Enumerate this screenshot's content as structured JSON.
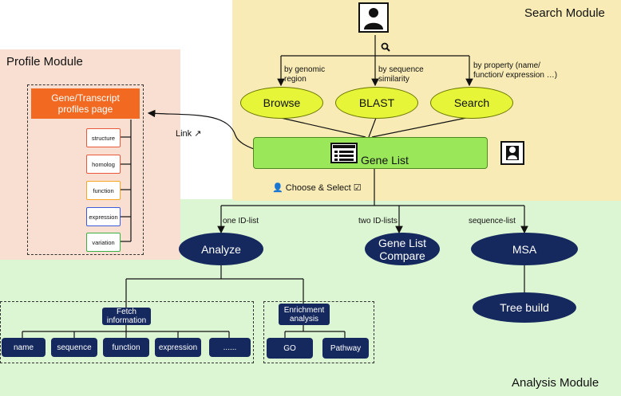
{
  "modules": {
    "search": "Search Module",
    "profile": "Profile Module",
    "analysis": "Analysis Module"
  },
  "search": {
    "icon": "search-icon",
    "paths": {
      "genomic": "by genomic region",
      "genomic_l1": "by genomic",
      "genomic_l2": "region",
      "sequence_l1": "by sequence",
      "sequence_l2": "similarity",
      "property_l1": "by property (name/",
      "property_l2": "function/ expression …)"
    },
    "nodes": {
      "browse": "Browse",
      "blast": "BLAST",
      "search": "Search"
    }
  },
  "gene_list": {
    "label": "Gene List"
  },
  "link": {
    "label": "Link"
  },
  "choose": {
    "label": "Choose & Select"
  },
  "profile": {
    "page_title": "Gene/Transcript profiles page",
    "page_title_l1": "Gene/Transcript",
    "page_title_l2": "profiles page",
    "items": [
      {
        "label": "structure",
        "color": "#e8593a"
      },
      {
        "label": "homolog",
        "color": "#e8593a"
      },
      {
        "label": "function",
        "color": "#f5a623"
      },
      {
        "label": "expression",
        "color": "#3b5bdb"
      },
      {
        "label": "variation",
        "color": "#3cb043"
      }
    ]
  },
  "analysis": {
    "branches": {
      "one": "one ID-list",
      "two": "two ID-lists",
      "seq": "sequence-list"
    },
    "nodes": {
      "analyze": "Analyze",
      "compare_l1": "Gene List",
      "compare_l2": "Compare",
      "msa": "MSA",
      "tree": "Tree build"
    },
    "fetch_l1": "Fetch",
    "fetch_l2": "information",
    "enrich_l1": "Enrichment",
    "enrich_l2": "analysis",
    "fetch_items": [
      "name",
      "sequence",
      "function",
      "expression",
      "......"
    ],
    "enrich_items": [
      "GO",
      "Pathway"
    ]
  },
  "colors": {
    "search_bg": "#f8ebb5",
    "profile_bg": "#f8dfd2",
    "analysis_bg": "#dcf5d3",
    "yellow_node": "#e6f537",
    "gene_list": "#9ae85a",
    "navy": "#15295e",
    "profile_header": "#f26a22"
  }
}
